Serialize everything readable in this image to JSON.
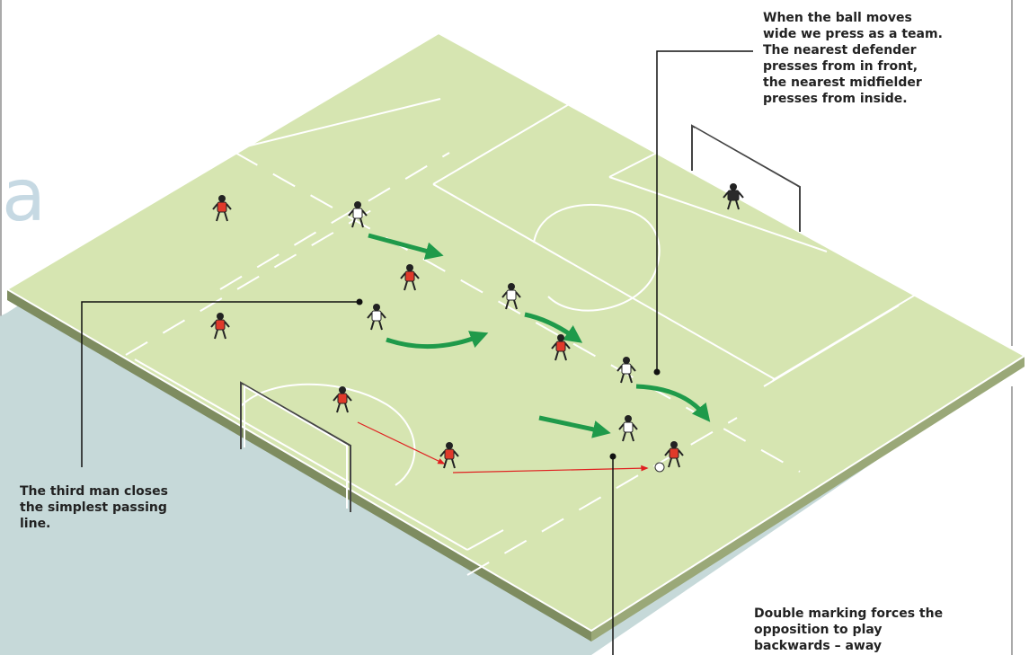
{
  "panel": {
    "letter": "a"
  },
  "callouts": {
    "wide_press": "When the ball moves wide we press as a team. The nearest defender presses from in front, the nearest midfielder presses from inside.",
    "third_man": "The third man closes the simplest passing line.",
    "double_marking": "Double marking forces the opposition to play backwards – away"
  },
  "colors": {
    "pitch": "#d6e5b1",
    "pitch_edge": "#8c9a6c",
    "shadow": "#c6d9d9",
    "field_lines": "#ffffff",
    "press_arrow": "#1f9a4a",
    "pass_arrow": "#e02020",
    "red_team": "#e03a2a",
    "white_team": "#ffffff",
    "goalkeeper": "#2a2a2a",
    "callout_text": "#222222",
    "panel_letter": "#c6d9e3"
  },
  "players": [
    {
      "id": "red-1",
      "team": "red"
    },
    {
      "id": "red-2",
      "team": "red"
    },
    {
      "id": "red-3",
      "team": "red"
    },
    {
      "id": "red-4",
      "team": "red"
    },
    {
      "id": "red-5",
      "team": "red"
    },
    {
      "id": "red-6",
      "team": "red"
    },
    {
      "id": "red-7",
      "team": "red"
    },
    {
      "id": "white-1",
      "team": "white"
    },
    {
      "id": "white-2",
      "team": "white"
    },
    {
      "id": "white-3",
      "team": "white"
    },
    {
      "id": "white-4",
      "team": "white"
    },
    {
      "id": "white-5",
      "team": "white"
    },
    {
      "id": "goalkeeper",
      "team": "keeper"
    }
  ],
  "arrows": [
    {
      "id": "press-1",
      "type": "press"
    },
    {
      "id": "press-2",
      "type": "press"
    },
    {
      "id": "press-3",
      "type": "press"
    },
    {
      "id": "press-4",
      "type": "press"
    },
    {
      "id": "press-5",
      "type": "press"
    },
    {
      "id": "pass-1",
      "type": "pass"
    },
    {
      "id": "pass-2",
      "type": "pass"
    }
  ]
}
